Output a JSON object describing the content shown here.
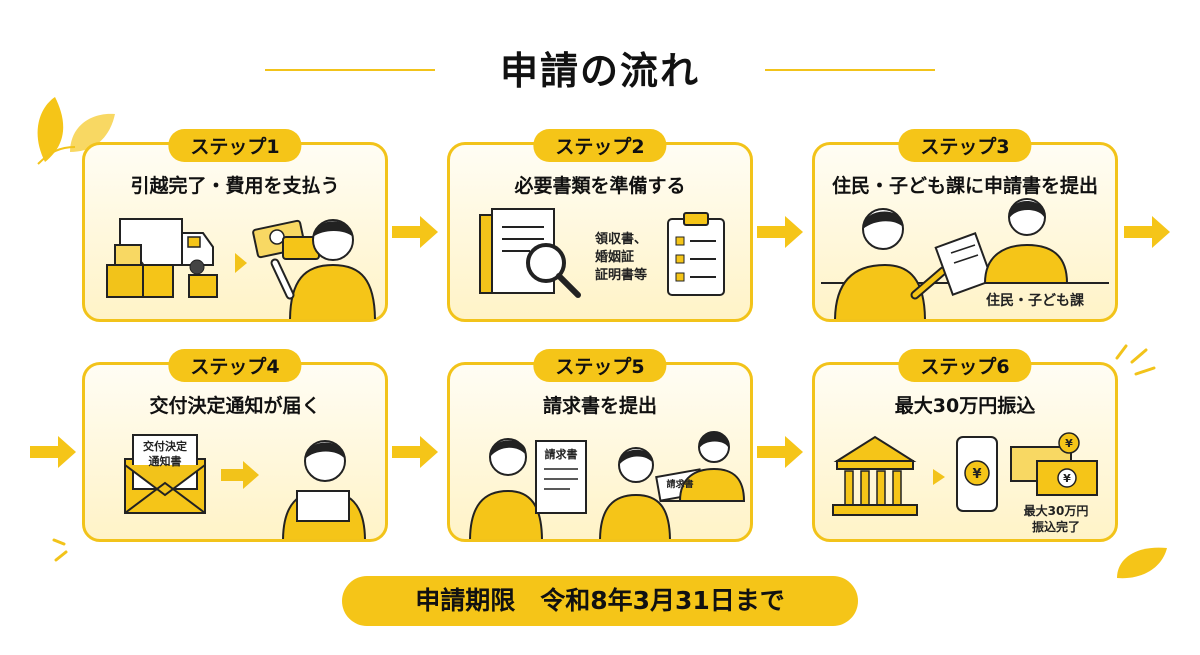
{
  "title": "申請の流れ",
  "steps": [
    {
      "label": "ステップ1",
      "title": "引越完了・費用を支払う"
    },
    {
      "label": "ステップ2",
      "title": "必要書類を準備する",
      "note_lines": [
        "領収書、",
        "婚姻証",
        "証明書等"
      ]
    },
    {
      "label": "ステップ3",
      "title": "住民・子ども課に申請書を提出",
      "counter_label": "住民・子ども課"
    },
    {
      "label": "ステップ4",
      "title": "交付決定通知が届く",
      "letter_lines": [
        "交付決定",
        "通知書"
      ]
    },
    {
      "label": "ステップ5",
      "title": "請求書を提出",
      "doc_label": "請求書",
      "slip_label": "請求書"
    },
    {
      "label": "ステップ6",
      "title": "最大30万円振込",
      "done_lines": [
        "最大30万円",
        "振込完了"
      ]
    }
  ],
  "deadline": "申請期限　令和8年3月31日まで",
  "colors": {
    "accent": "#f5c518",
    "border": "#f2c31a",
    "card_bg": "#fff3c7",
    "text": "#111111"
  },
  "icons": [
    "delivery-truck-icon",
    "moving-boxes-icon",
    "cash-card-icon",
    "document-icon",
    "magnifier-icon",
    "checklist-clipboard-icon",
    "application-form-icon",
    "envelope-icon",
    "invoice-icon",
    "bank-icon",
    "smartphone-yen-icon",
    "banknotes-icon",
    "leaf-icon"
  ]
}
